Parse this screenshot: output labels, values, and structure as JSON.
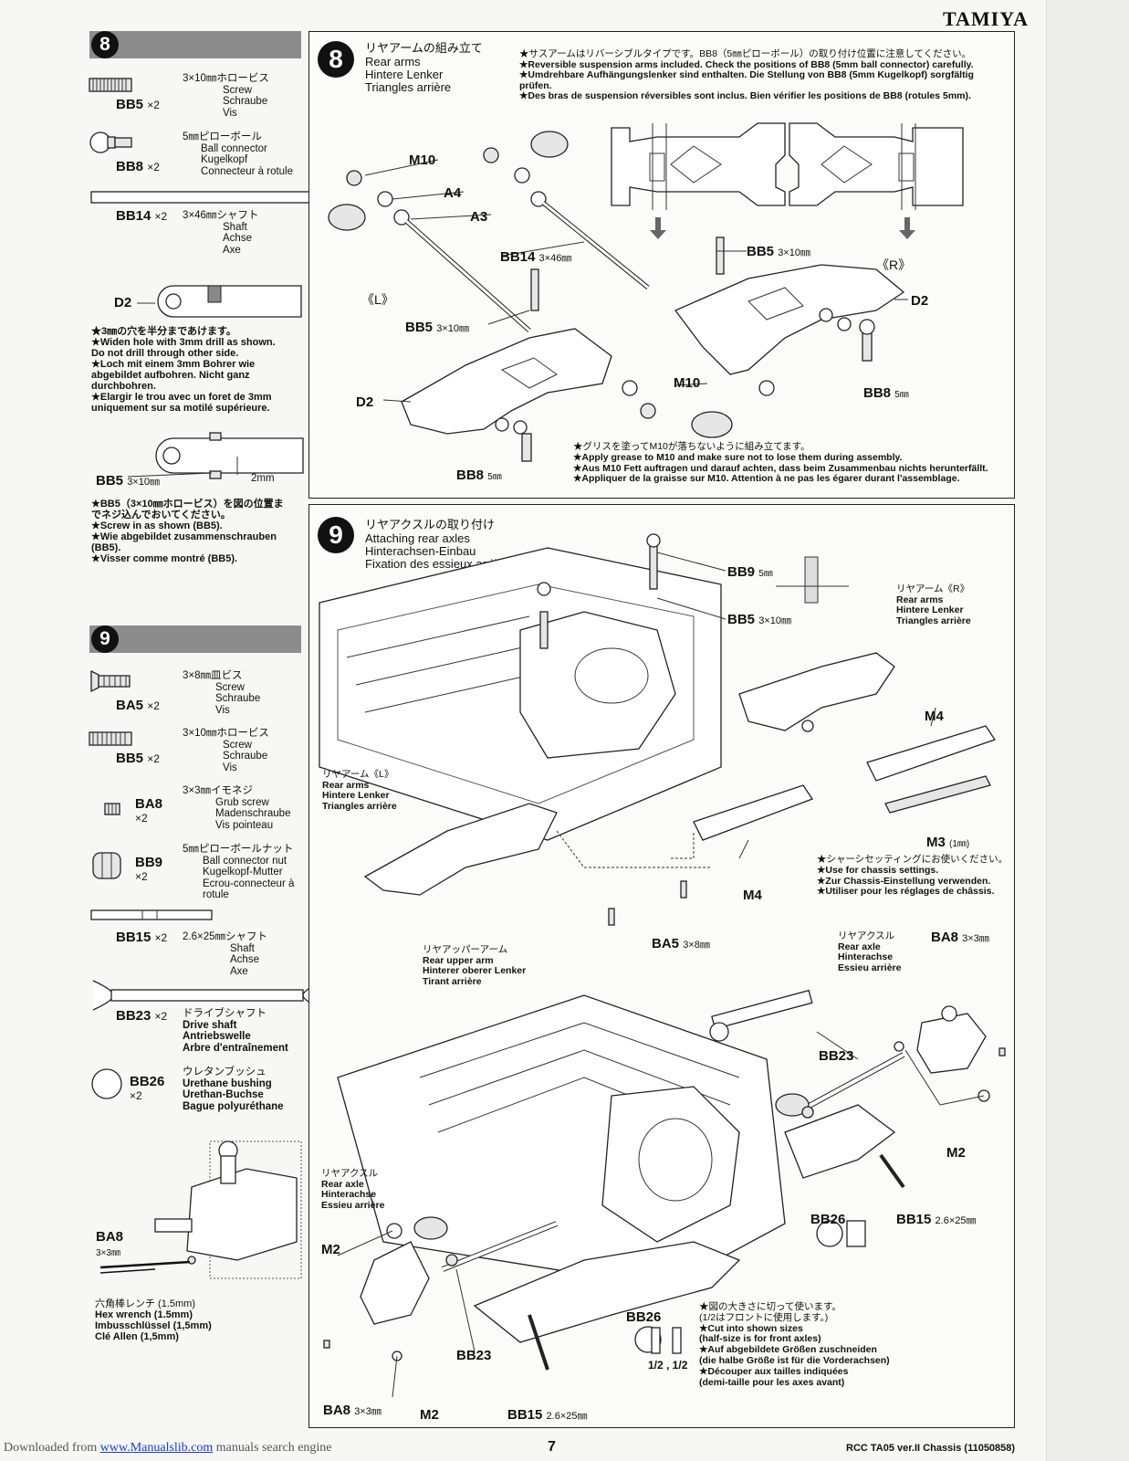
{
  "brand": "TAMIYA",
  "footer": {
    "downloaded_prefix": "Downloaded from",
    "site": "www.Manualslib.com",
    "suffix": "manuals search engine",
    "page_number": "7",
    "model": "RCC TA05 ver.II Chassis (11050858)"
  },
  "sidebar8": {
    "step": "8",
    "parts": [
      {
        "code": "BB5",
        "qty": "×2",
        "jp": "3×10㎜ホロービス",
        "lines": [
          "Screw",
          "Schraube",
          "Vis"
        ]
      },
      {
        "code": "BB8",
        "qty": "×2",
        "jp": "5㎜ピローボール",
        "lines": [
          "Ball connector",
          "Kugelkopf",
          "Connecteur à rotule"
        ]
      },
      {
        "code": "BB14",
        "qty": "×2",
        "jp": "3×46㎜シャフト",
        "lines": [
          "Shaft",
          "Achse",
          "Axe"
        ]
      }
    ],
    "d2_label": "D2",
    "drill_note": [
      "★3㎜の穴を半分まであけます。",
      "★Widen hole with 3mm drill as shown.",
      "Do not drill through other side.",
      "★Loch mit einem 3mm Bohrer wie",
      "abgebildet aufbohren. Nicht ganz",
      "durchbohren.",
      "★Elargir le trou avec un foret de 3mm",
      "uniquement sur sa motilé supérieure."
    ],
    "bb5_label": "BB5",
    "bb5_size": "3×10㎜",
    "dim": "2mm",
    "screw_note": [
      "★BB5（3×10㎜ホロービス）を図の位置ま",
      "でネジ込んでおいてください。",
      "★Screw in as shown (BB5).",
      "★Wie abgebildet zusammenschrauben",
      "(BB5).",
      "★Visser comme montré (BB5)."
    ]
  },
  "sidebar9": {
    "step": "9",
    "parts": [
      {
        "code": "BA5",
        "qty": "×2",
        "jp": "3×8㎜皿ビス",
        "lines": [
          "Screw",
          "Schraube",
          "Vis"
        ]
      },
      {
        "code": "BB5",
        "qty": "×2",
        "jp": "3×10㎜ホロービス",
        "lines": [
          "Screw",
          "Schraube",
          "Vis"
        ]
      },
      {
        "code": "BA8",
        "qty": "×2",
        "jp": "3×3㎜イモネジ",
        "lines": [
          "Grub screw",
          "Madenschraube",
          "Vis pointeau"
        ]
      },
      {
        "code": "BB9",
        "qty": "×2",
        "jp": "5㎜ピローボールナット",
        "lines": [
          "Ball connector nut",
          "Kugelkopf-Mutter",
          "Ecrou-connecteur à",
          "rotule"
        ]
      },
      {
        "code": "BB15",
        "qty": "×2",
        "jp": "2.6×25㎜シャフト",
        "lines": [
          "Shaft",
          "Achse",
          "Axe"
        ]
      },
      {
        "code": "BB23",
        "qty": "×2",
        "jp": "ドライブシャフト",
        "lines": [
          "Drive shaft",
          "Antriebswelle",
          "Arbre d'entraînement"
        ]
      },
      {
        "code": "BB26",
        "qty": "×2",
        "jp": "ウレタンブッシュ",
        "lines": [
          "Urethane bushing",
          "Urethan-Buchse",
          "Bague polyuréthane"
        ]
      }
    ],
    "ba8_label": "BA8",
    "ba8_size": "3×3㎜",
    "hex_note": [
      "六角棒レンチ (1.5mm)",
      "Hex wrench (1.5mm)",
      "Imbusschlüssel (1,5mm)",
      "Clé Allen (1,5mm)"
    ]
  },
  "panel8": {
    "step": "8",
    "title": [
      "リヤアームの組み立て",
      "Rear arms",
      "Hintere Lenker",
      "Triangles arrière"
    ],
    "notice": [
      "★サスアームはリバーシブルタイプです。BB8（5㎜ピローボール）の取り付け位置に注意してください。",
      "★Reversible suspension arms included. Check the positions of BB8 (5mm ball connector) carefully.",
      "★Umdrehbare Aufhängungslenker sind enthalten. Die Stellung von BB8 (5mm Kugelkopf) sorgfältig",
      "prüfen.",
      "★Des bras de suspension réversibles sont inclus. Bien vérifier les positions de BB8 (rotules 5mm)."
    ],
    "labels": {
      "m10a": "M10",
      "a4": "A4",
      "a3": "A3",
      "bb14": "BB14",
      "bb14_size": "3×46㎜",
      "bb5a": "BB5",
      "bb5a_size": "3×10㎜",
      "left": "《L》",
      "right": "《R》",
      "bb5b": "BB5",
      "bb5b_size": "3×10㎜",
      "d2a": "D2",
      "d2b": "D2",
      "m10b": "M10",
      "bb8a": "BB8",
      "bb8a_size": "5㎜",
      "bb8b": "BB8",
      "bb8b_size": "5㎜"
    },
    "grease_note": [
      "★グリスを塗ってM10が落ちないように組み立てます。",
      "★Apply grease to M10 and make sure not to lose them during assembly.",
      "★Aus M10 Fett auftragen und darauf achten, dass beim Zusammenbau nichts herunterfällt.",
      "★Appliquer de la graisse sur M10. Attention à ne pas les égarer durant l'assemblage."
    ]
  },
  "panel9": {
    "step": "9",
    "title": [
      "リヤアクスルの取り付け",
      "Attaching rear axles",
      "Hinterachsen-Einbau",
      "Fixation des essieux arrière"
    ],
    "labels": {
      "bb9": "BB9",
      "bb9_size": "5㎜",
      "bb5": "BB5",
      "bb5_size": "3×10㎜",
      "m4a": "M4",
      "m4b": "M4",
      "m3": "M3",
      "m3_size": "(1㎜)",
      "ba5": "BA5",
      "ba5_size": "3×8㎜",
      "ba8": "BA8",
      "ba8_size": "3×3㎜",
      "bb23a": "BB23",
      "bb23b": "BB23",
      "m2a": "M2",
      "m2b": "M2",
      "m2c": "M2",
      "bb26a": "BB26",
      "bb26b": "BB26",
      "bb15a": "BB15",
      "bb15a_size": "2.6×25㎜",
      "bb15b": "BB15",
      "bb15b_size": "2.6×25㎜",
      "ba8b": "BA8",
      "ba8b_size": "3×3㎜",
      "half": "1/2 , 1/2"
    },
    "arm_r": [
      "リヤアーム《R》",
      "Rear arms",
      "Hintere Lenker",
      "Triangles arrière"
    ],
    "arm_l": [
      "リヤアーム《L》",
      "Rear arms",
      "Hintere Lenker",
      "Triangles arrière"
    ],
    "chassis_note": [
      "★シャーシセッティングにお使いください。",
      "★Use for chassis settings.",
      "★Zur Chassis-Einstellung verwenden.",
      "★Utiliser pour les réglages de châssis."
    ],
    "upper_arm": [
      "リヤアッパーアーム",
      "Rear upper arm",
      "Hinterer oberer Lenker",
      "Tirant arrière"
    ],
    "axle_r": [
      "リヤアクスル",
      "Rear axle",
      "Hinterachse",
      "Essieu arrière"
    ],
    "axle_l": [
      "リヤアクスル",
      "Rear axle",
      "Hinterachse",
      "Essieu arrière"
    ],
    "cut_note": [
      "★図の大きさに切って使います。",
      "(1/2はフロントに使用します。)",
      "★Cut into shown sizes",
      "(half-size is for front axles)",
      "★Auf abgebildete Größen zuschneiden",
      "(die halbe Größe ist für die Vorderachsen)",
      "★Découper aux tailles indiquées",
      "(demi-taille pour les axes avant)"
    ]
  }
}
